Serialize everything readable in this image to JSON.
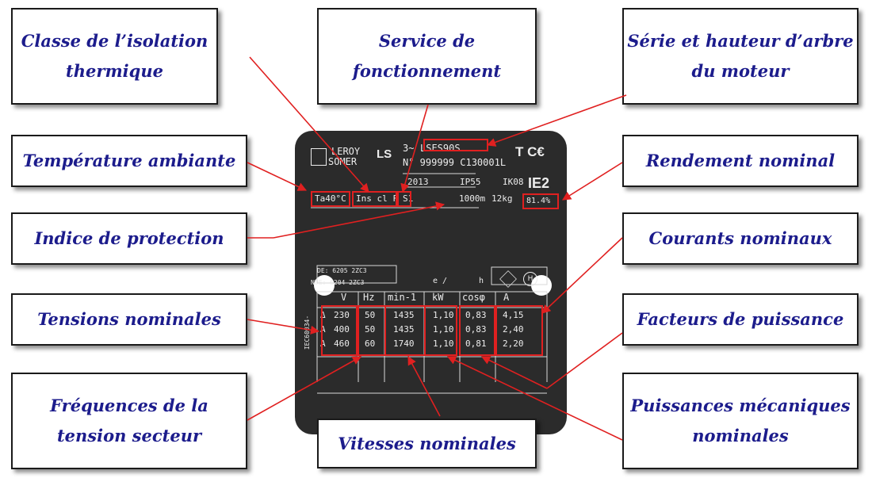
{
  "colors": {
    "label_text": "#1c1c8c",
    "annotation_red": "#e02020",
    "plate": "#2b2b2b"
  },
  "labels": {
    "classe_isolation": [
      "Classe de l’isolation",
      "thermique"
    ],
    "service": [
      "Service de",
      "fonctionnement"
    ],
    "serie": [
      "Série et hauteur d’arbre",
      "du moteur"
    ],
    "temperature": [
      "Température ambiante"
    ],
    "rendement": [
      "Rendement nominal"
    ],
    "indice": [
      "Indice de protection"
    ],
    "courants": [
      "Courants nominaux"
    ],
    "tensions": [
      "Tensions nominales"
    ],
    "facteurs": [
      "Facteurs de puissance"
    ],
    "frequences": [
      "Fréquences de la",
      "tension secteur"
    ],
    "vitesses": [
      "Vitesses nominales"
    ],
    "puissances": [
      "Puissances mécaniques",
      "nominales"
    ]
  },
  "plate": {
    "brand_line1": "LEROY",
    "brand_line2": "SOMER",
    "ls_logo": "LS",
    "phase": "3~",
    "series": "LSES90S",
    "number": "N° 999999  C130001L",
    "ce_mark": "T C€",
    "year": "2013",
    "ip": "IP55",
    "ik": "IK08",
    "ambient": "Ta40°C",
    "insulation": "Ins cl F",
    "service": "S1",
    "altitude": "1000m",
    "weight": "12kg",
    "ie_class": "IE2",
    "efficiency": "81.4%",
    "bearing_de": "DE: 6205 2ZC3",
    "bearing_nde": "NDE: 6204 2ZC3",
    "header_extra": [
      "e /",
      "h"
    ],
    "headers": [
      "V",
      "Hz",
      "min-1",
      "kW",
      "cosφ",
      "A"
    ],
    "side_text": "IEC60034-",
    "rows": [
      {
        "conn": "Δ",
        "V": "230",
        "Hz": "50",
        "rpm": "1435",
        "kW": "1,10",
        "cos": "0,83",
        "A": "4,15"
      },
      {
        "conn": "A",
        "V": "400",
        "Hz": "50",
        "rpm": "1435",
        "kW": "1,10",
        "cos": "0,83",
        "A": "2,40"
      },
      {
        "conn": "A",
        "V": "460",
        "Hz": "60",
        "rpm": "1740",
        "kW": "1,10",
        "cos": "0,81",
        "A": "2,20"
      }
    ]
  }
}
